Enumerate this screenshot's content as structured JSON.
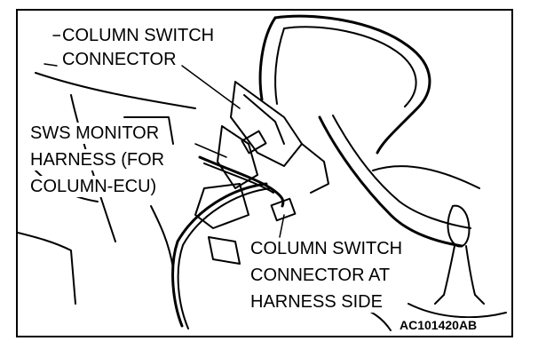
{
  "labels": {
    "column_switch_connector_line1": "COLUMN SWITCH",
    "column_switch_connector_line2": "CONNECTOR",
    "sws_monitor_line1": "SWS MONITOR",
    "sws_monitor_line2": "HARNESS (FOR",
    "sws_monitor_line3": "COLUMN-ECU)",
    "harness_side_line1": "COLUMN SWITCH",
    "harness_side_line2": "CONNECTOR AT",
    "harness_side_line3": "HARNESS SIDE"
  },
  "figure_code": "AC101420AB"
}
